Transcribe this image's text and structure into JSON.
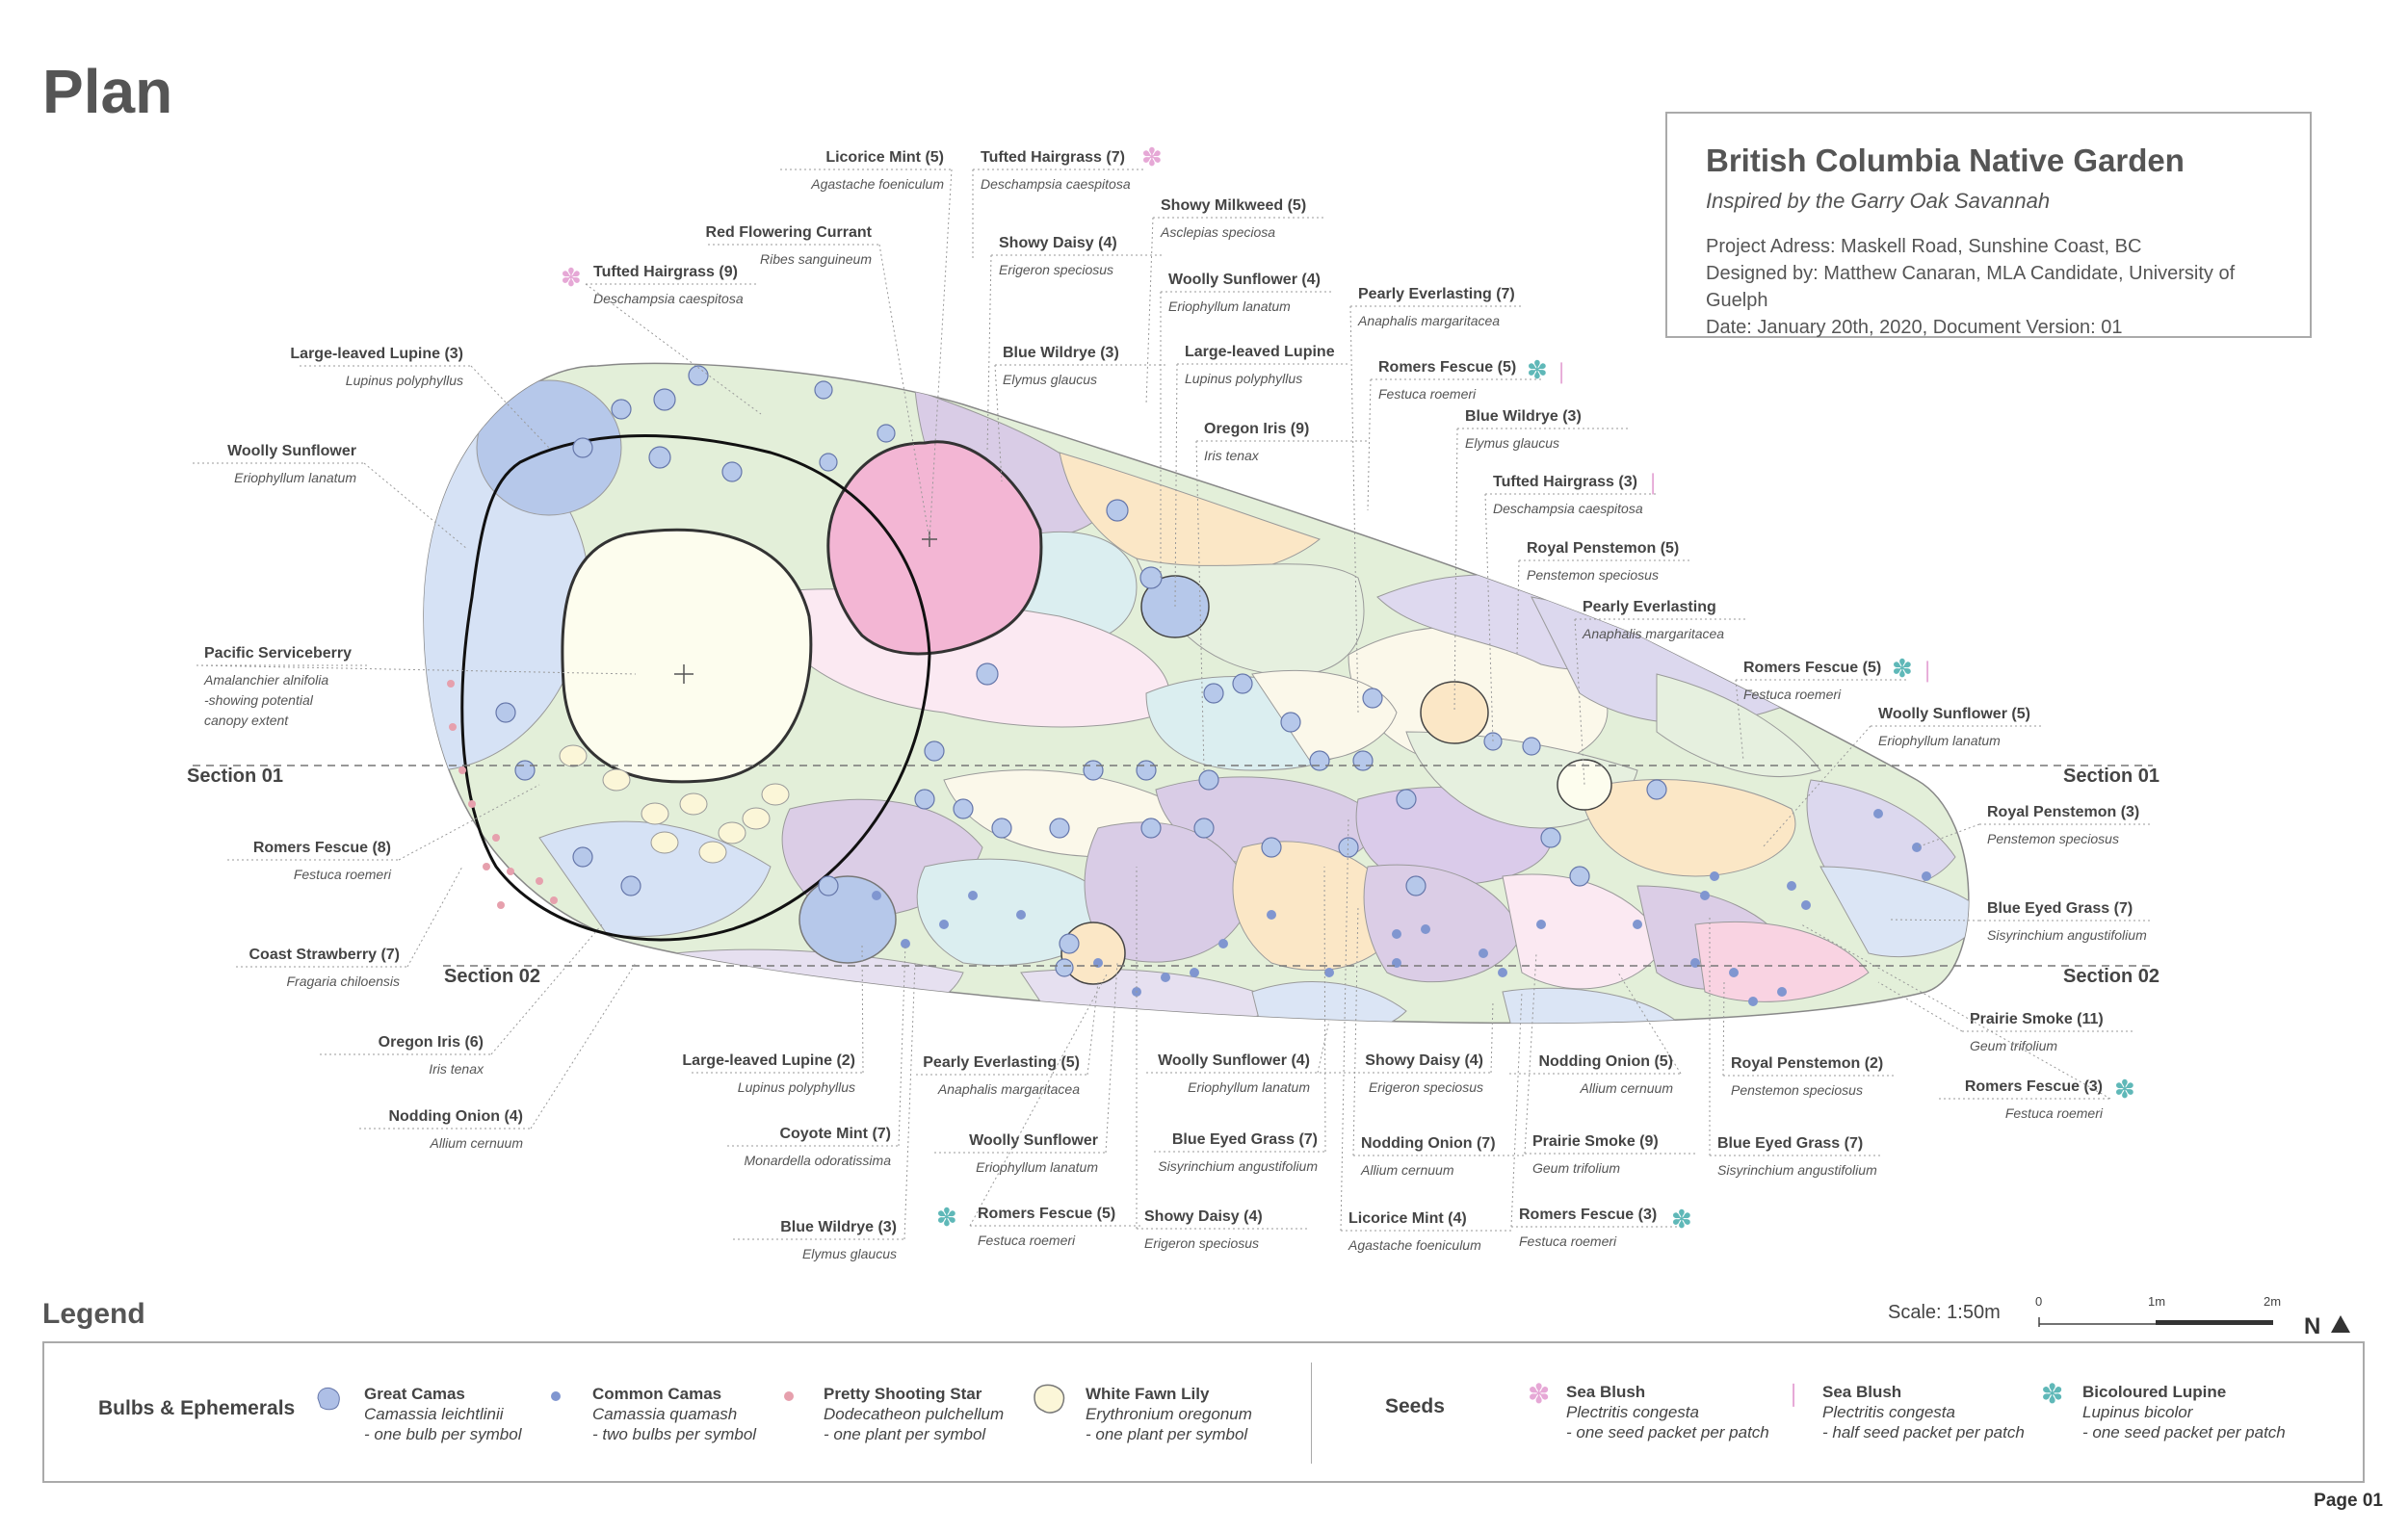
{
  "page": {
    "title": "Plan",
    "legend_title": "Legend",
    "page_number": "Page 01"
  },
  "title_block": {
    "title": "British Columbia Native Garden",
    "subtitle": "Inspired by the Garry Oak Savannah",
    "address": "Project Adress: Maskell Road, Sunshine Coast, BC",
    "designer": "Designed by: Matthew Canaran, MLA Candidate, University of Guelph",
    "date": "Date: January 20th, 2020, Document Version: 01"
  },
  "sections": {
    "s1_left": "Section 01",
    "s1_right": "Section 01",
    "s2_left": "Section 02",
    "s2_right": "Section 02"
  },
  "scale": {
    "label": "Scale: 1:50m",
    "t0": "0",
    "t1": "1m",
    "t2": "2m"
  },
  "labels": [
    {
      "name": "Licorice Mint (5)",
      "sci": "Agastache foeniculum"
    },
    {
      "name": "Tufted Hairgrass (7)",
      "sci": "Deschampsia caespitosa"
    },
    {
      "name": "Showy Milkweed (5)",
      "sci": "Asclepias speciosa"
    },
    {
      "name": "Red Flowering Currant",
      "sci": "Ribes sanguineum"
    },
    {
      "name": "Showy Daisy (4)",
      "sci": "Erigeron speciosus"
    },
    {
      "name": "Tufted Hairgrass (9)",
      "sci": "Deschampsia caespitosa"
    },
    {
      "name": "Woolly Sunflower (4)",
      "sci": "Eriophyllum lanatum"
    },
    {
      "name": "Pearly Everlasting (7)",
      "sci": "Anaphalis margaritacea"
    },
    {
      "name": "Large-leaved Lupine (3)",
      "sci": "Lupinus polyphyllus"
    },
    {
      "name": "Blue Wildrye (3)",
      "sci": "Elymus glaucus"
    },
    {
      "name": "Large-leaved Lupine",
      "sci": "Lupinus polyphyllus"
    },
    {
      "name": "Romers Fescue (5)",
      "sci": "Festuca roemeri"
    },
    {
      "name": "Woolly Sunflower",
      "sci": "Eriophyllum lanatum"
    },
    {
      "name": "Oregon Iris (9)",
      "sci": "Iris tenax"
    },
    {
      "name": "Blue Wildrye (3)",
      "sci": "Elymus glaucus"
    },
    {
      "name": "Tufted Hairgrass (3)",
      "sci": "Deschampsia caespitosa"
    },
    {
      "name": "Royal Penstemon (5)",
      "sci": "Penstemon speciosus"
    },
    {
      "name": "Pearly Everlasting",
      "sci": "Anaphalis margaritacea"
    },
    {
      "name": "Pacific Serviceberry",
      "sci": "Amalanchier alnifolia",
      "sci2": "-showing potential",
      "sci3": "canopy extent"
    },
    {
      "name": "Romers Fescue (5)",
      "sci": "Festuca roemeri"
    },
    {
      "name": "Woolly Sunflower (5)",
      "sci": "Eriophyllum lanatum"
    },
    {
      "name": "Royal Penstemon (3)",
      "sci": "Penstemon speciosus"
    },
    {
      "name": "Romers Fescue (8)",
      "sci": "Festuca roemeri"
    },
    {
      "name": "Blue Eyed Grass (7)",
      "sci": "Sisyrinchium angustifolium"
    },
    {
      "name": "Coast Strawberry (7)",
      "sci": "Fragaria chiloensis"
    },
    {
      "name": "Prairie Smoke (11)",
      "sci": "Geum trifolium"
    },
    {
      "name": "Oregon Iris (6)",
      "sci": "Iris tenax"
    },
    {
      "name": "Large-leaved Lupine (2)",
      "sci": "Lupinus polyphyllus"
    },
    {
      "name": "Pearly Everlasting (5)",
      "sci": "Anaphalis margaritacea"
    },
    {
      "name": "Woolly Sunflower (4)",
      "sci": "Eriophyllum lanatum"
    },
    {
      "name": "Showy Daisy (4)",
      "sci": "Erigeron speciosus"
    },
    {
      "name": "Nodding Onion (5)",
      "sci": "Allium cernuum"
    },
    {
      "name": "Royal Penstemon (2)",
      "sci": "Penstemon speciosus"
    },
    {
      "name": "Romers Fescue (3)",
      "sci": "Festuca roemeri"
    },
    {
      "name": "Nodding Onion (4)",
      "sci": "Allium cernuum"
    },
    {
      "name": "Coyote Mint (7)",
      "sci": "Monardella odoratissima"
    },
    {
      "name": "Woolly Sunflower",
      "sci": "Eriophyllum lanatum"
    },
    {
      "name": "Blue Eyed Grass (7)",
      "sci": "Sisyrinchium angustifolium"
    },
    {
      "name": "Nodding Onion (7)",
      "sci": "Allium cernuum"
    },
    {
      "name": "Prairie Smoke (9)",
      "sci": "Geum trifolium"
    },
    {
      "name": "Blue Eyed Grass (7)",
      "sci": "Sisyrinchium angustifolium"
    },
    {
      "name": "Blue Wildrye (3)",
      "sci": "Elymus glaucus"
    },
    {
      "name": "Romers Fescue (5)",
      "sci": "Festuca roemeri"
    },
    {
      "name": "Showy Daisy (4)",
      "sci": "Erigeron speciosus"
    },
    {
      "name": "Licorice Mint (4)",
      "sci": "Agastache foeniculum"
    },
    {
      "name": "Romers Fescue (3)",
      "sci": "Festuca roemeri"
    }
  ],
  "legend": {
    "bulbs_heading": "Bulbs & Ephemerals",
    "seeds_heading": "Seeds",
    "items": [
      {
        "name": "Great Camas",
        "sci": "Camassia leichtlinii",
        "note": "- one bulb per symbol",
        "icon": "great-camas-icon",
        "color": "#aebfe6"
      },
      {
        "name": "Common Camas",
        "sci": "Camassia quamash",
        "note": "- two bulbs per symbol",
        "icon": "common-camas-icon",
        "color": "#8096d0"
      },
      {
        "name": "Pretty Shooting Star",
        "sci": "Dodecatheon pulchellum",
        "note": "- one plant per symbol",
        "icon": "shooting-star-icon",
        "color": "#e6a0ad"
      },
      {
        "name": "White Fawn Lily",
        "sci": "Erythronium oregonum",
        "note": "- one plant per symbol",
        "icon": "fawn-lily-icon",
        "color": "#fbf6d8"
      },
      {
        "name": "Sea Blush",
        "sci": "Plectritis congesta",
        "note": "- one seed packet per patch",
        "icon": "sea-blush-full-icon",
        "color": "#e6a8d6"
      },
      {
        "name": "Sea Blush",
        "sci": "Plectritis congesta",
        "note": "- half seed packet per patch",
        "icon": "sea-blush-half-icon",
        "color": "#e6a8d6"
      },
      {
        "name": "Bicoloured Lupine",
        "sci": "Lupinus bicolor",
        "note": "- one seed packet per patch",
        "icon": "bicoloured-lupine-icon",
        "color": "#5fb8b8"
      }
    ]
  }
}
